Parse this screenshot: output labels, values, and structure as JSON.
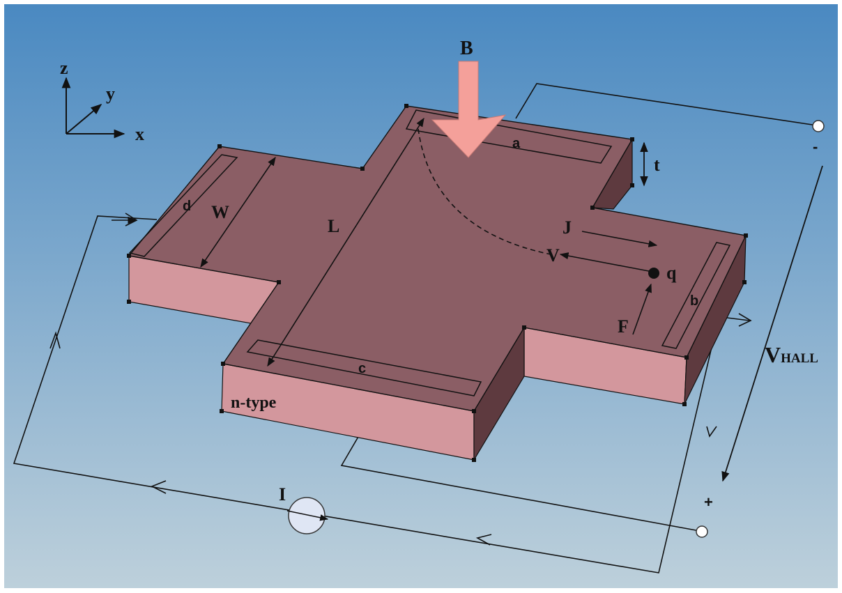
{
  "title": "Hall effect in an n-type semiconductor cross",
  "labels": {
    "axis_z": "z",
    "axis_y": "y",
    "axis_x": "x",
    "magnetic_field": "B",
    "contact_a": "a",
    "contact_b": "b",
    "contact_c": "c",
    "contact_d": "d",
    "thickness": "t",
    "width": "W",
    "length": "L",
    "current_density": "J",
    "velocity": "V",
    "charge": "q",
    "force": "F",
    "material": "n-type",
    "hall_voltage_main": "V",
    "hall_voltage_sub": "HALL",
    "minus": "-",
    "plus": "+",
    "current": "I"
  },
  "colors": {
    "top_face": "#8b5e65",
    "front_face": "#d3979d",
    "side_face": "#5e3a3f",
    "b_arrow": "#f4a09a",
    "bg_top": "#4b8bc2",
    "bg_bottom": "#bccfda"
  }
}
